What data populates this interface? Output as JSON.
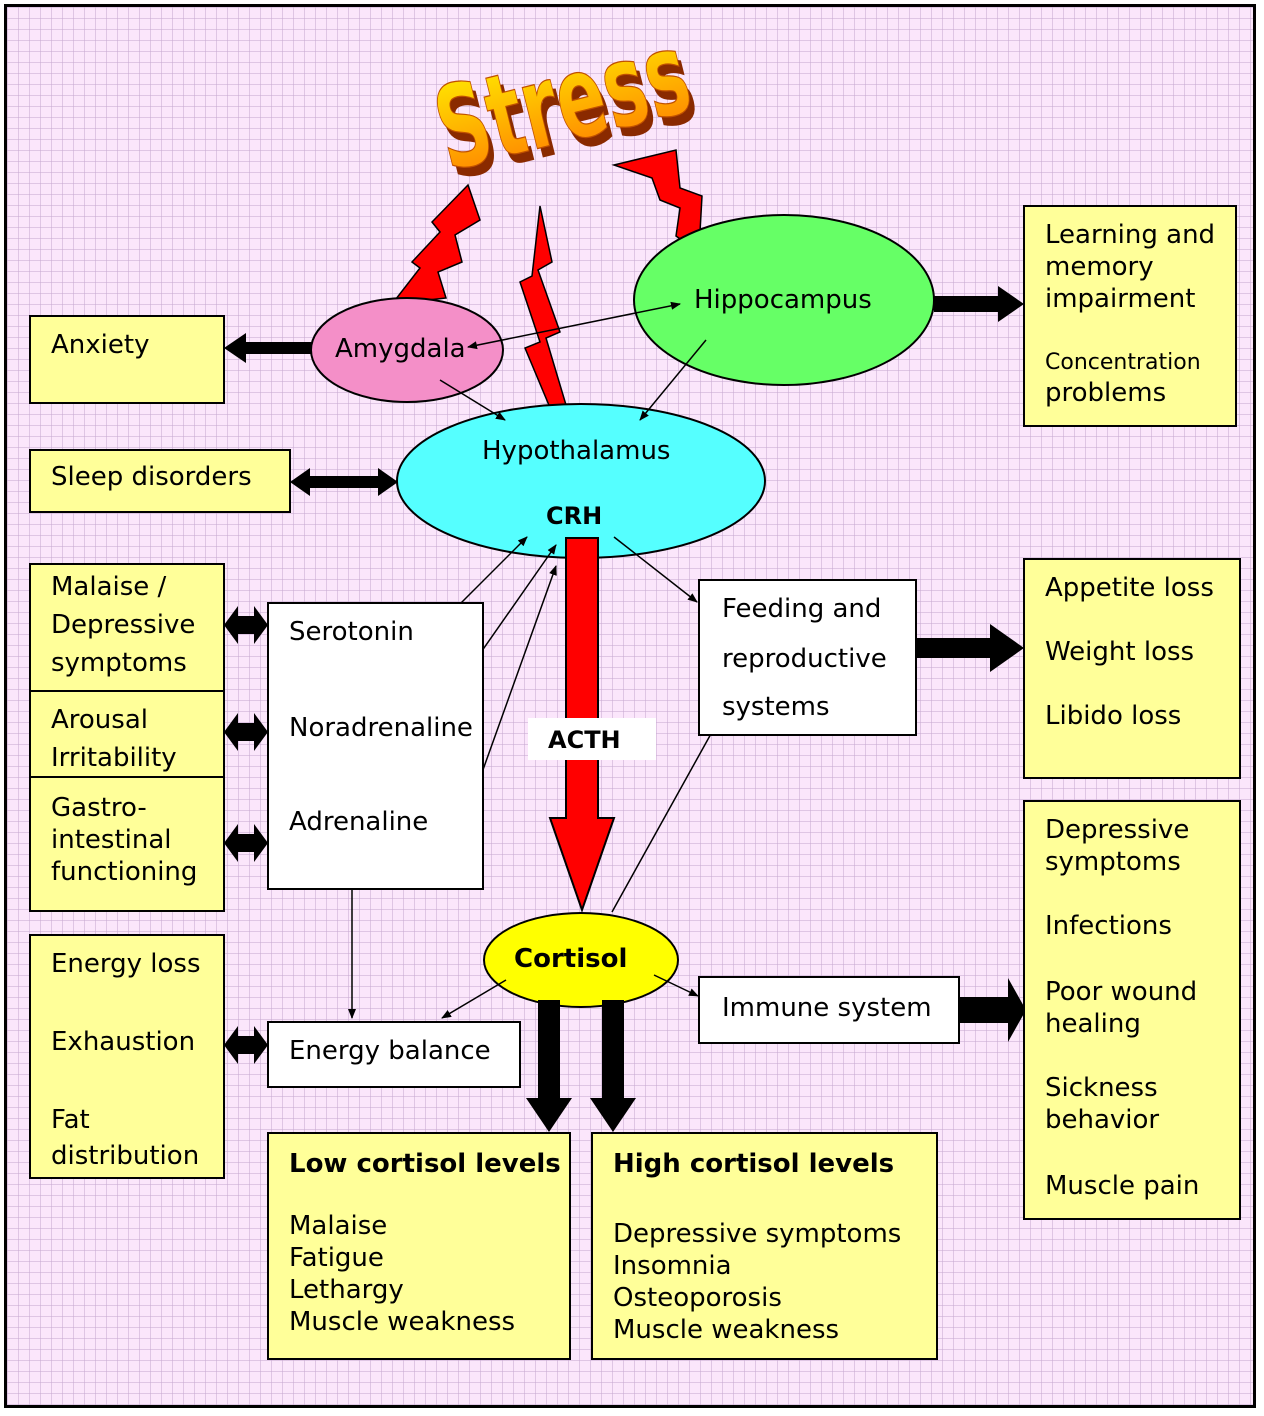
{
  "title": "Stress",
  "nodes": {
    "amygdala": "Amygdala",
    "hippocampus": "Hippocampus",
    "hypothalamus": "Hypothalamus",
    "crh": "CRH",
    "acth": "ACTH",
    "cortisol": "Cortisol",
    "serotonin": "Serotonin",
    "noradrenaline": "Noradrenaline",
    "adrenaline": "Adrenaline",
    "feeding_line1": "Feeding and",
    "feeding_line2": "reproductive",
    "feeding_line3": "systems",
    "immune": "Immune system",
    "energy_balance": "Energy balance"
  },
  "effects": {
    "anxiety": "Anxiety",
    "learning_line1": "Learning and",
    "learning_line2": "memory",
    "learning_line3": "impairment",
    "concentration_line1": "Concentration",
    "concentration_line2": "problems",
    "sleep": "Sleep disorders",
    "malaise_line1": "Malaise /",
    "malaise_line2": "Depressive",
    "malaise_line3": "symptoms",
    "arousal_line1": "Arousal",
    "arousal_line2": "Irritability",
    "gastro_line1": "Gastro-",
    "gastro_line2": "intestinal",
    "gastro_line3": "functioning",
    "appetite": "Appetite loss",
    "weight": "Weight loss",
    "libido": "Libido loss",
    "energy_loss": "Energy loss",
    "exhaustion": "Exhaustion",
    "fat_line1": "Fat",
    "fat_line2": "distribution",
    "immune_effects": {
      "dep_line1": "Depressive",
      "dep_line2": "symptoms",
      "infections": "Infections",
      "wound_line1": "Poor wound",
      "wound_line2": "healing",
      "sick_line1": "Sickness",
      "sick_line2": "behavior",
      "muscle_pain": "Muscle pain"
    }
  },
  "low_cortisol": {
    "heading": "Low cortisol levels",
    "items": [
      "Malaise",
      "Fatigue",
      "Lethargy",
      "Muscle weakness"
    ]
  },
  "high_cortisol": {
    "heading": "High cortisol levels",
    "items": [
      "Depressive symptoms",
      "Insomnia",
      "Osteoporosis",
      "Muscle weakness"
    ]
  },
  "colors": {
    "background": "#fbe6fb",
    "effect_box": "#ffff99",
    "amygdala": "#f48fc8",
    "hippocampus": "#66ff66",
    "hypothalamus": "#55ffff",
    "cortisol": "#ffff00",
    "lightning": "#ff0000",
    "acth_arrow": "#ff0000",
    "title_gradient": [
      "#ffe000",
      "#ff8800"
    ]
  }
}
